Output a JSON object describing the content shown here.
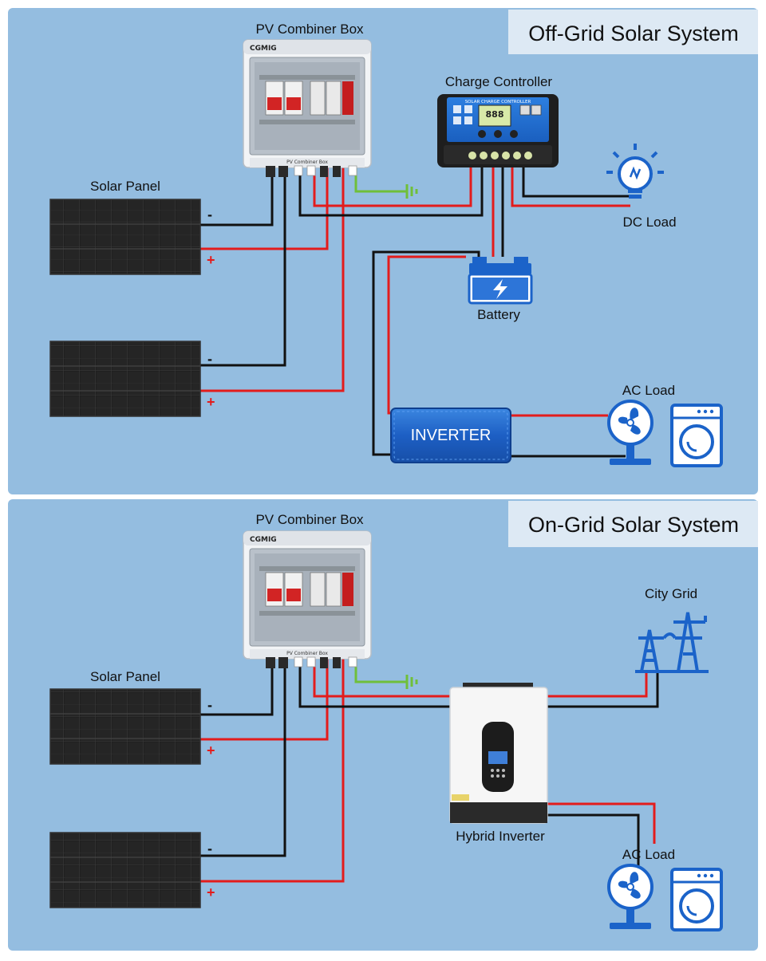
{
  "colors": {
    "panel_bg": "#94bde0",
    "title_bg": "#dde9f4",
    "wire_red": "#e31c1c",
    "wire_black": "#111111",
    "ground": "#6fbf3a",
    "icon_blue": "#1b63c9",
    "inverter_blue": "#2469cf",
    "solar_cell": "#1a1a1a"
  },
  "off_grid": {
    "title": "Off-Grid Solar System",
    "combiner_label": "PV Combiner Box",
    "combiner_brand": "CGMIG",
    "combiner_inner": "PV Combiner Box",
    "controller_label": "Charge Controller",
    "controller_text": "SOLAR CHARGE CONTROLLER",
    "controller_display": "888",
    "solar_label": "Solar Panel",
    "panel1_neg": "-",
    "panel1_pos": "+",
    "panel2_neg": "-",
    "panel2_pos": "+",
    "dc_load_label": "DC Load",
    "battery_label": "Battery",
    "inverter_text": "INVERTER",
    "ac_load_label": "AC Load"
  },
  "on_grid": {
    "title": "On-Grid Solar System",
    "combiner_label": "PV Combiner Box",
    "combiner_brand": "CGMIG",
    "combiner_inner": "PV Combiner Box",
    "solar_label": "Solar Panel",
    "panel1_neg": "-",
    "panel1_pos": "+",
    "panel2_neg": "-",
    "panel2_pos": "+",
    "city_grid_label": "City Grid",
    "hybrid_label": "Hybrid Inverter",
    "ac_load_label": "AC Load"
  }
}
